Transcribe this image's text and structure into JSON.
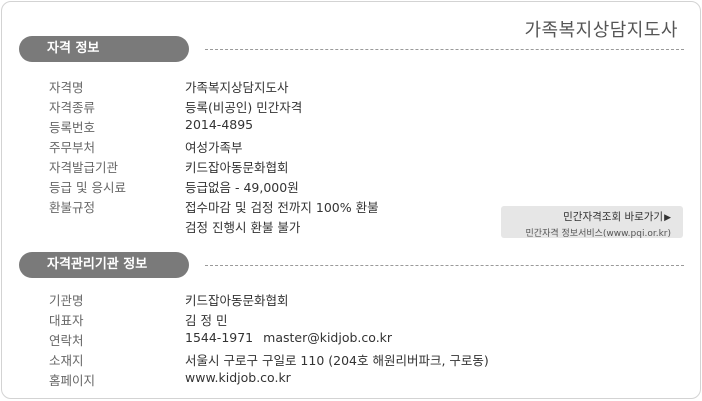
{
  "title": "가족복지상담지도사",
  "section1": {
    "header": "자격 정보",
    "rows": [
      {
        "label": "자격명",
        "value": "가족복지상담지도사"
      },
      {
        "label": "자격종류",
        "value": "등록(비공인) 민간자격"
      },
      {
        "label": "등록번호",
        "value": "2014-4895"
      },
      {
        "label": "주무부처",
        "value": "여성가족부"
      },
      {
        "label": "자격발급기관",
        "value": "키드잡아동문화협회"
      },
      {
        "label": "등급 및 응시료",
        "value": "등급없음 - 49,000원"
      },
      {
        "label": "환불규정",
        "value": "접수마감 및 검정 전까지 100% 환불",
        "value2": "검정 진행시 환불 불가"
      }
    ]
  },
  "link": {
    "main": "민간자격조회 바로가기",
    "arrow_icon": "▶",
    "sub": "민간자격 정보서비스(www.pqi.or.kr)"
  },
  "section2": {
    "header": "자격관리기관 정보",
    "rows": [
      {
        "label": "기관명",
        "value": "키드잡아동문화협회"
      },
      {
        "label": "대표자",
        "value": "김 정 민"
      },
      {
        "label": "연락처",
        "value": "1544-1971",
        "email": "master@kidjob.co.kr"
      },
      {
        "label": "소재지",
        "value": "서울시 구로구 구일로 110 (204호 해원리버파크, 구로동)"
      },
      {
        "label": "홈페이지",
        "value": "www.kidjob.co.kr"
      }
    ]
  }
}
